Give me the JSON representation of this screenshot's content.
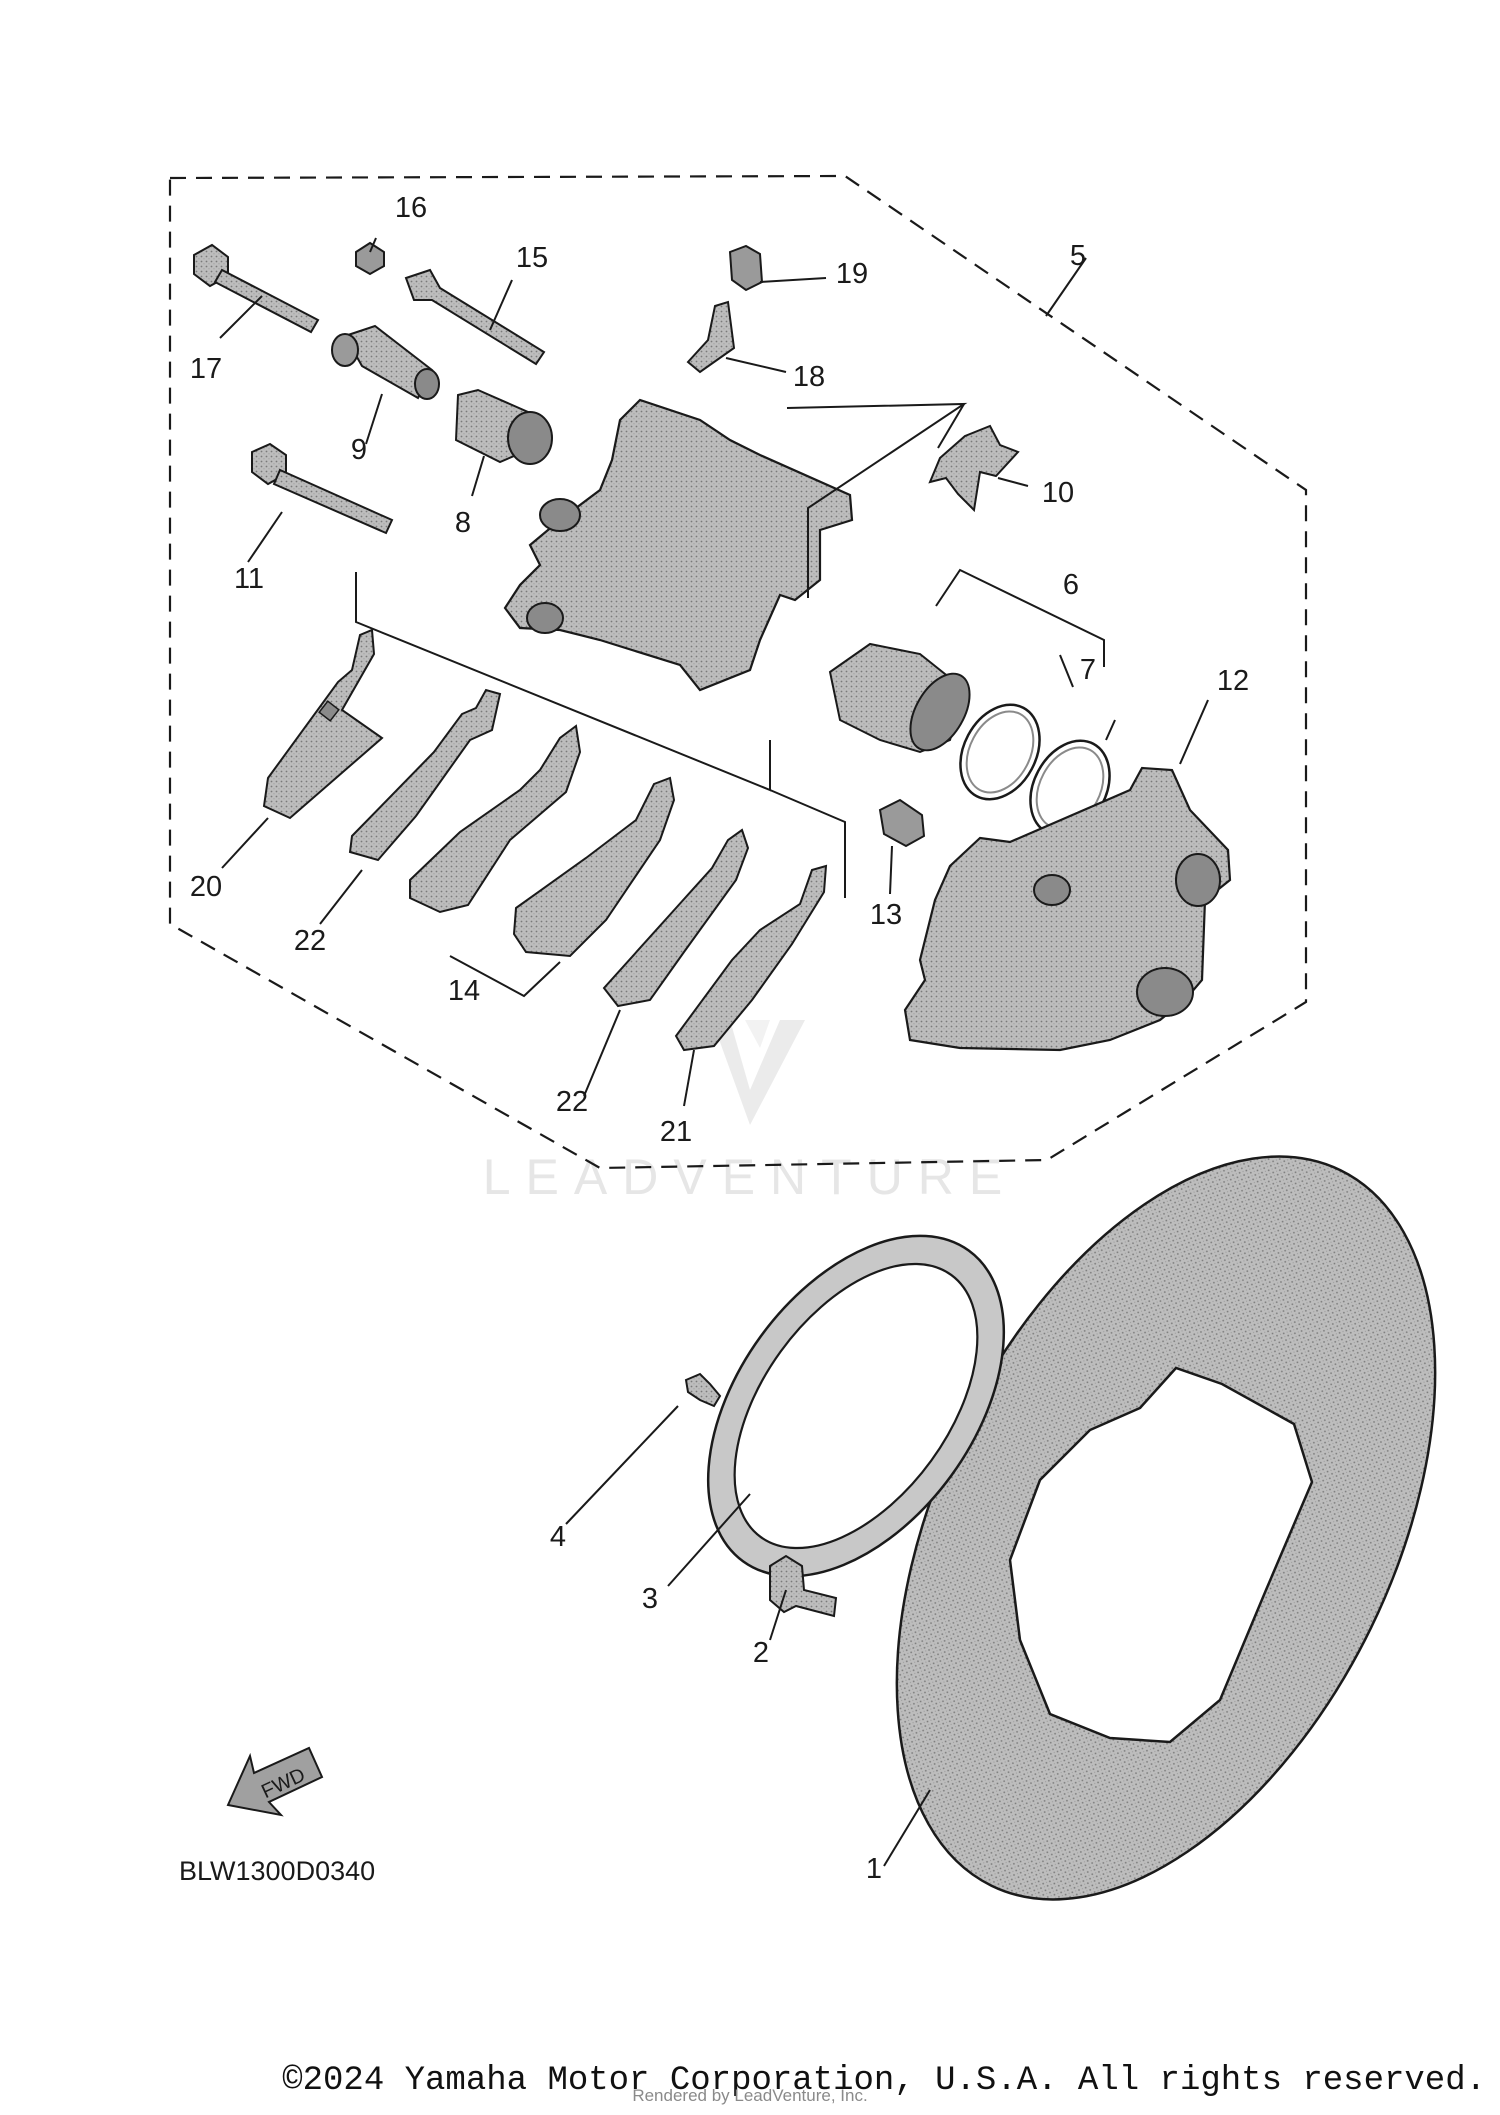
{
  "diagram": {
    "drawing_code": "BLW1300D0340",
    "direction_arrow_text": "FWD",
    "watermark": "LEADVENTURE",
    "callouts": [
      "1",
      "2",
      "3",
      "4",
      "5",
      "6",
      "7",
      "8",
      "9",
      "10",
      "11",
      "12",
      "13",
      "14",
      "15",
      "16",
      "17",
      "18",
      "19",
      "20",
      "21",
      "22",
      "22"
    ]
  },
  "footer": {
    "copyright": "©2024 Yamaha Motor Corporation, U.S.A. All rights reserved.",
    "rendered_by": "Rendered by LeadVenture, Inc."
  },
  "colors": {
    "line": "#1a1a1a",
    "part_fill": "#b4b4b4",
    "part_dark": "#8e8e8e",
    "watermark": "#e6e6e6"
  }
}
